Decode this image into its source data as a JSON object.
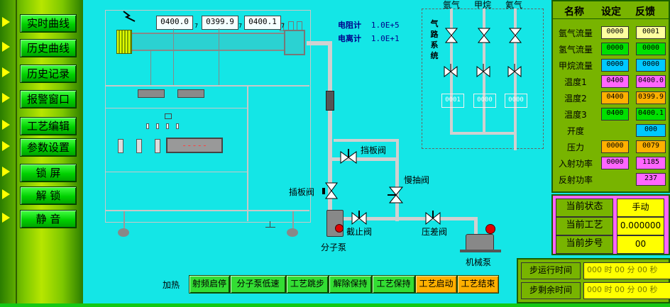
{
  "nav": {
    "items": [
      "实时曲线",
      "历史曲线",
      "历史记录",
      "报警窗口",
      "工艺编辑",
      "参数设置",
      "锁  屏",
      "解  锁",
      "静  音"
    ]
  },
  "chamber": {
    "readouts": [
      "0400.0",
      "0399.9",
      "0400.1"
    ],
    "small_marks": [
      "7",
      "7",
      "7"
    ],
    "gauge_text": "-----"
  },
  "meters": {
    "resistance_label": "电阻计",
    "resistance_value": "1.0E+5",
    "ionization_label": "电离计",
    "ionization_value": "1.0E+1"
  },
  "gas": {
    "system_label": [
      "气",
      "路",
      "系",
      "统"
    ],
    "names": [
      "氩气",
      "甲烷",
      "氦气"
    ],
    "valve_values": [
      "0001",
      "0000",
      "0000"
    ]
  },
  "labels": {
    "baffle_valve": "挡板阀",
    "slow_pump_valve": "慢抽阀",
    "gate_valve": "插板阀",
    "stop_valve": "截止阀",
    "pressure_diff_valve": "压差阀",
    "molecular_pump": "分子泵",
    "mechanical_pump": "机械泵",
    "heating": "加热"
  },
  "params": {
    "headers": [
      "名称",
      "设定",
      "反馈"
    ],
    "rows": [
      {
        "name": "氩气流量",
        "set": "0000",
        "fb": "0001",
        "set_color": "#ffffa0",
        "fb_color": "#ffffa0"
      },
      {
        "name": "氢气流量",
        "set": "0000",
        "fb": "0000",
        "set_color": "#00e000",
        "fb_color": "#00e000"
      },
      {
        "name": "甲烷流量",
        "set": "0000",
        "fb": "0000",
        "set_color": "#00c8ff",
        "fb_color": "#00c8ff"
      },
      {
        "name": "温度1",
        "set": "0400",
        "fb": "0400.0",
        "set_color": "#ff66ff",
        "fb_color": "#ff66ff"
      },
      {
        "name": "温度2",
        "set": "0400",
        "fb": "0399.9",
        "set_color": "#ffb000",
        "fb_color": "#ffb000"
      },
      {
        "name": "温度3",
        "set": "0400",
        "fb": "0400.1",
        "set_color": "#00e000",
        "fb_color": "#00e000"
      },
      {
        "name": "开度",
        "set": "",
        "fb": "000",
        "set_color": "",
        "fb_color": "#00c8ff"
      },
      {
        "name": "压力",
        "set": "0000",
        "fb": "0079",
        "set_color": "#ffb000",
        "fb_color": "#ffb000"
      },
      {
        "name": "入射功率",
        "set": "0000",
        "fb": "1185",
        "set_color": "#ff66ff",
        "fb_color": "#ff66ff"
      },
      {
        "name": "反射功率",
        "set": "",
        "fb": "237",
        "set_color": "",
        "fb_color": "#ff66ff"
      }
    ]
  },
  "status": {
    "state_label": "当前状态",
    "state_value": "手动",
    "process_label": "当前工艺",
    "process_value": "0.000000",
    "step_label": "当前步号",
    "step_value": "00"
  },
  "timer": {
    "run_label": "步运行时间",
    "run_value": "000 时 00 分 00 秒",
    "remain_label": "步剩余时间",
    "remain_value": "000 时 00 分 00 秒"
  },
  "bottom_buttons": [
    {
      "label": "射频启停",
      "color": "green"
    },
    {
      "label": "分子泵低速",
      "color": "green"
    },
    {
      "label": "工艺跳步",
      "color": "green"
    },
    {
      "label": "解除保持",
      "color": "green"
    },
    {
      "label": "工艺保持",
      "color": "green"
    },
    {
      "label": "工艺启动",
      "color": "orange"
    },
    {
      "label": "工艺结束",
      "color": "orange"
    }
  ]
}
